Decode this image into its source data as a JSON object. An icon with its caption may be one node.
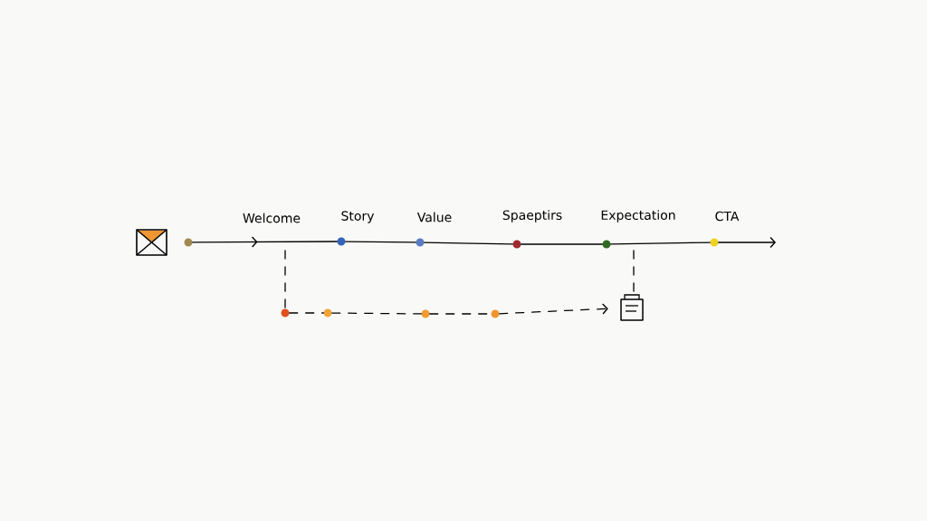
{
  "diagram": {
    "nodes": [
      {
        "text": [],
        "shape": "circle"
      },
      {
        "text": [],
        "shape": "circle",
        "beside": [
          "Story"
        ]
      },
      {
        "text": [],
        "shape": "circle",
        "beside": [
          "Value"
        ]
      },
      {
        "text": [],
        "shape": "circle",
        "beside": [
          "Spaeptirs"
        ]
      },
      {
        "text": [],
        "shape": "circle",
        "beside": [
          "Expectation"
        ]
      },
      {
        "text": [],
        "shape": "circle",
        "beside": [
          "CTA"
        ]
      },
      {
        "text": [],
        "shape": "circle"
      },
      {
        "text": [],
        "shape": "circle"
      },
      {
        "text": [],
        "shape": "circle"
      },
      {
        "text": [],
        "shape": "circle"
      },
      {
        "text": [],
        "shape": "picture"
      }
    ],
    "edges": [
      {
        "from": 0,
        "to": 1,
        "arrow": "to"
      },
      {
        "from": 1,
        "to": 2,
        "arrow": "none"
      },
      {
        "from": 2,
        "to": 3,
        "arrow": "none"
      },
      {
        "from": 3,
        "to": 4,
        "arrow": "none"
      },
      {
        "from": 4,
        "to": 5,
        "arrow": "none"
      },
      {
        "from": 5,
        "to": null,
        "arrow": "to"
      },
      {
        "from": null,
        "to": 6,
        "arrow": "none",
        "style": "dashed"
      },
      {
        "from": 6,
        "to": 7,
        "arrow": "none",
        "style": "dashed"
      },
      {
        "from": 7,
        "to": 8,
        "arrow": "none",
        "style": "dashed"
      },
      {
        "from": 8,
        "to": 9,
        "arrow": "none",
        "style": "dashed"
      },
      {
        "from": 9,
        "to": 10,
        "arrow": "to",
        "style": "dashed"
      },
      {
        "from": null,
        "to": 10,
        "arrow": "none",
        "style": "dashed"
      }
    ],
    "labels": [
      "Welcome"
    ]
  }
}
